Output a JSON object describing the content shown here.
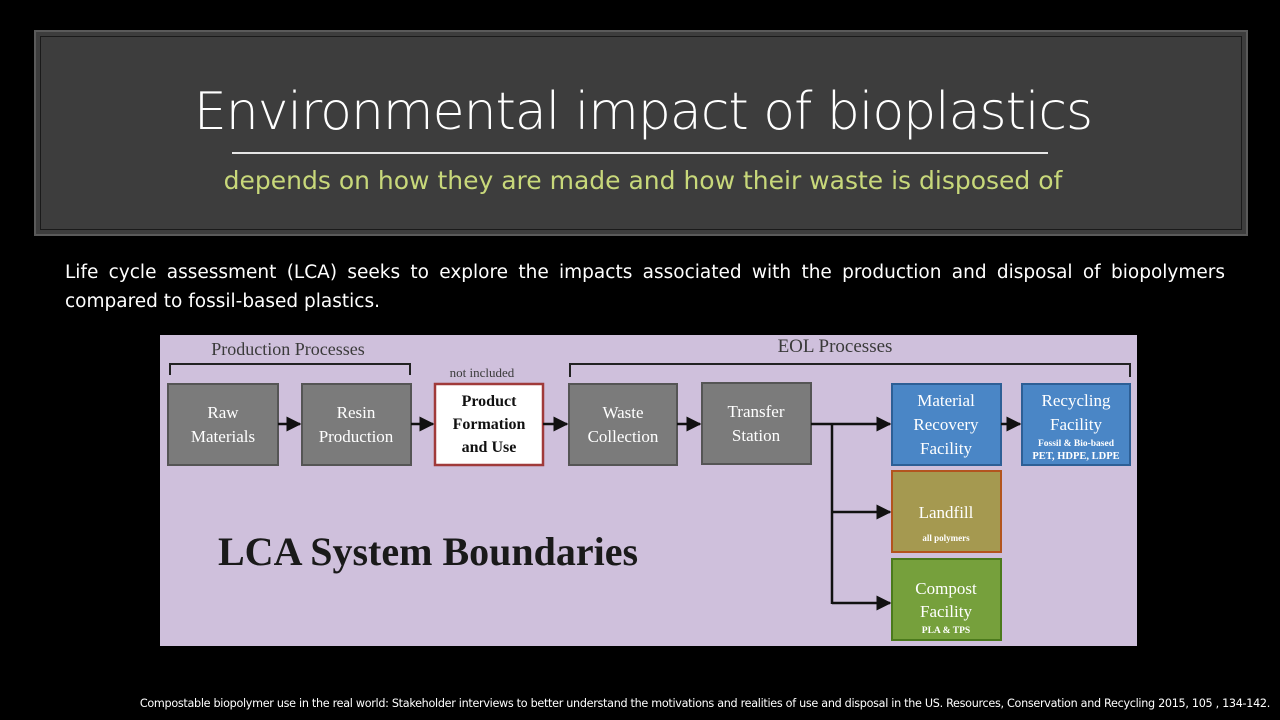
{
  "header": {
    "title": "Environmental impact of bioplastics",
    "subtitle": "depends on how they are made and how their waste is disposed of"
  },
  "intro": {
    "text": "Life cycle assessment (LCA) seeks to explore the impacts associated with the production and disposal of biopolymers compared to fossil-based plastics."
  },
  "diagram": {
    "production_label": "Production Processes",
    "eol_label": "EOL Processes",
    "not_included_label": "not included",
    "main_label": "LCA System Boundaries",
    "boxes": {
      "raw_materials": [
        "Raw",
        "Materials"
      ],
      "resin_production": [
        "Resin",
        "Production"
      ],
      "product_formation": [
        "Product",
        "Formation",
        "and Use"
      ],
      "waste_collection": [
        "Waste",
        "Collection"
      ],
      "transfer_station": [
        "Transfer",
        "Station"
      ],
      "mrf": [
        "Material",
        "Recovery",
        "Facility"
      ],
      "recycling": [
        "Recycling",
        "Facility"
      ],
      "recycling_note1": "Fossil & Bio-based",
      "recycling_note2": "PET, HDPE, LDPE",
      "landfill": "Landfill",
      "landfill_note": "all polymers",
      "compost": [
        "Compost",
        "Facility"
      ],
      "compost_note": "PLA & TPS"
    },
    "colors": {
      "background": "#cfc0dc",
      "gray_box": "#7b7b7b",
      "blue_box": "#4a86c6",
      "olive_box": "#a59950",
      "green_box": "#76a03c"
    }
  },
  "citation": {
    "text": "Compostable biopolymer use in the real world: Stakeholder interviews to better understand the motivations and realities of use and disposal in the US. Resources, Conservation and Recycling 2015, 105 , 134-142."
  }
}
